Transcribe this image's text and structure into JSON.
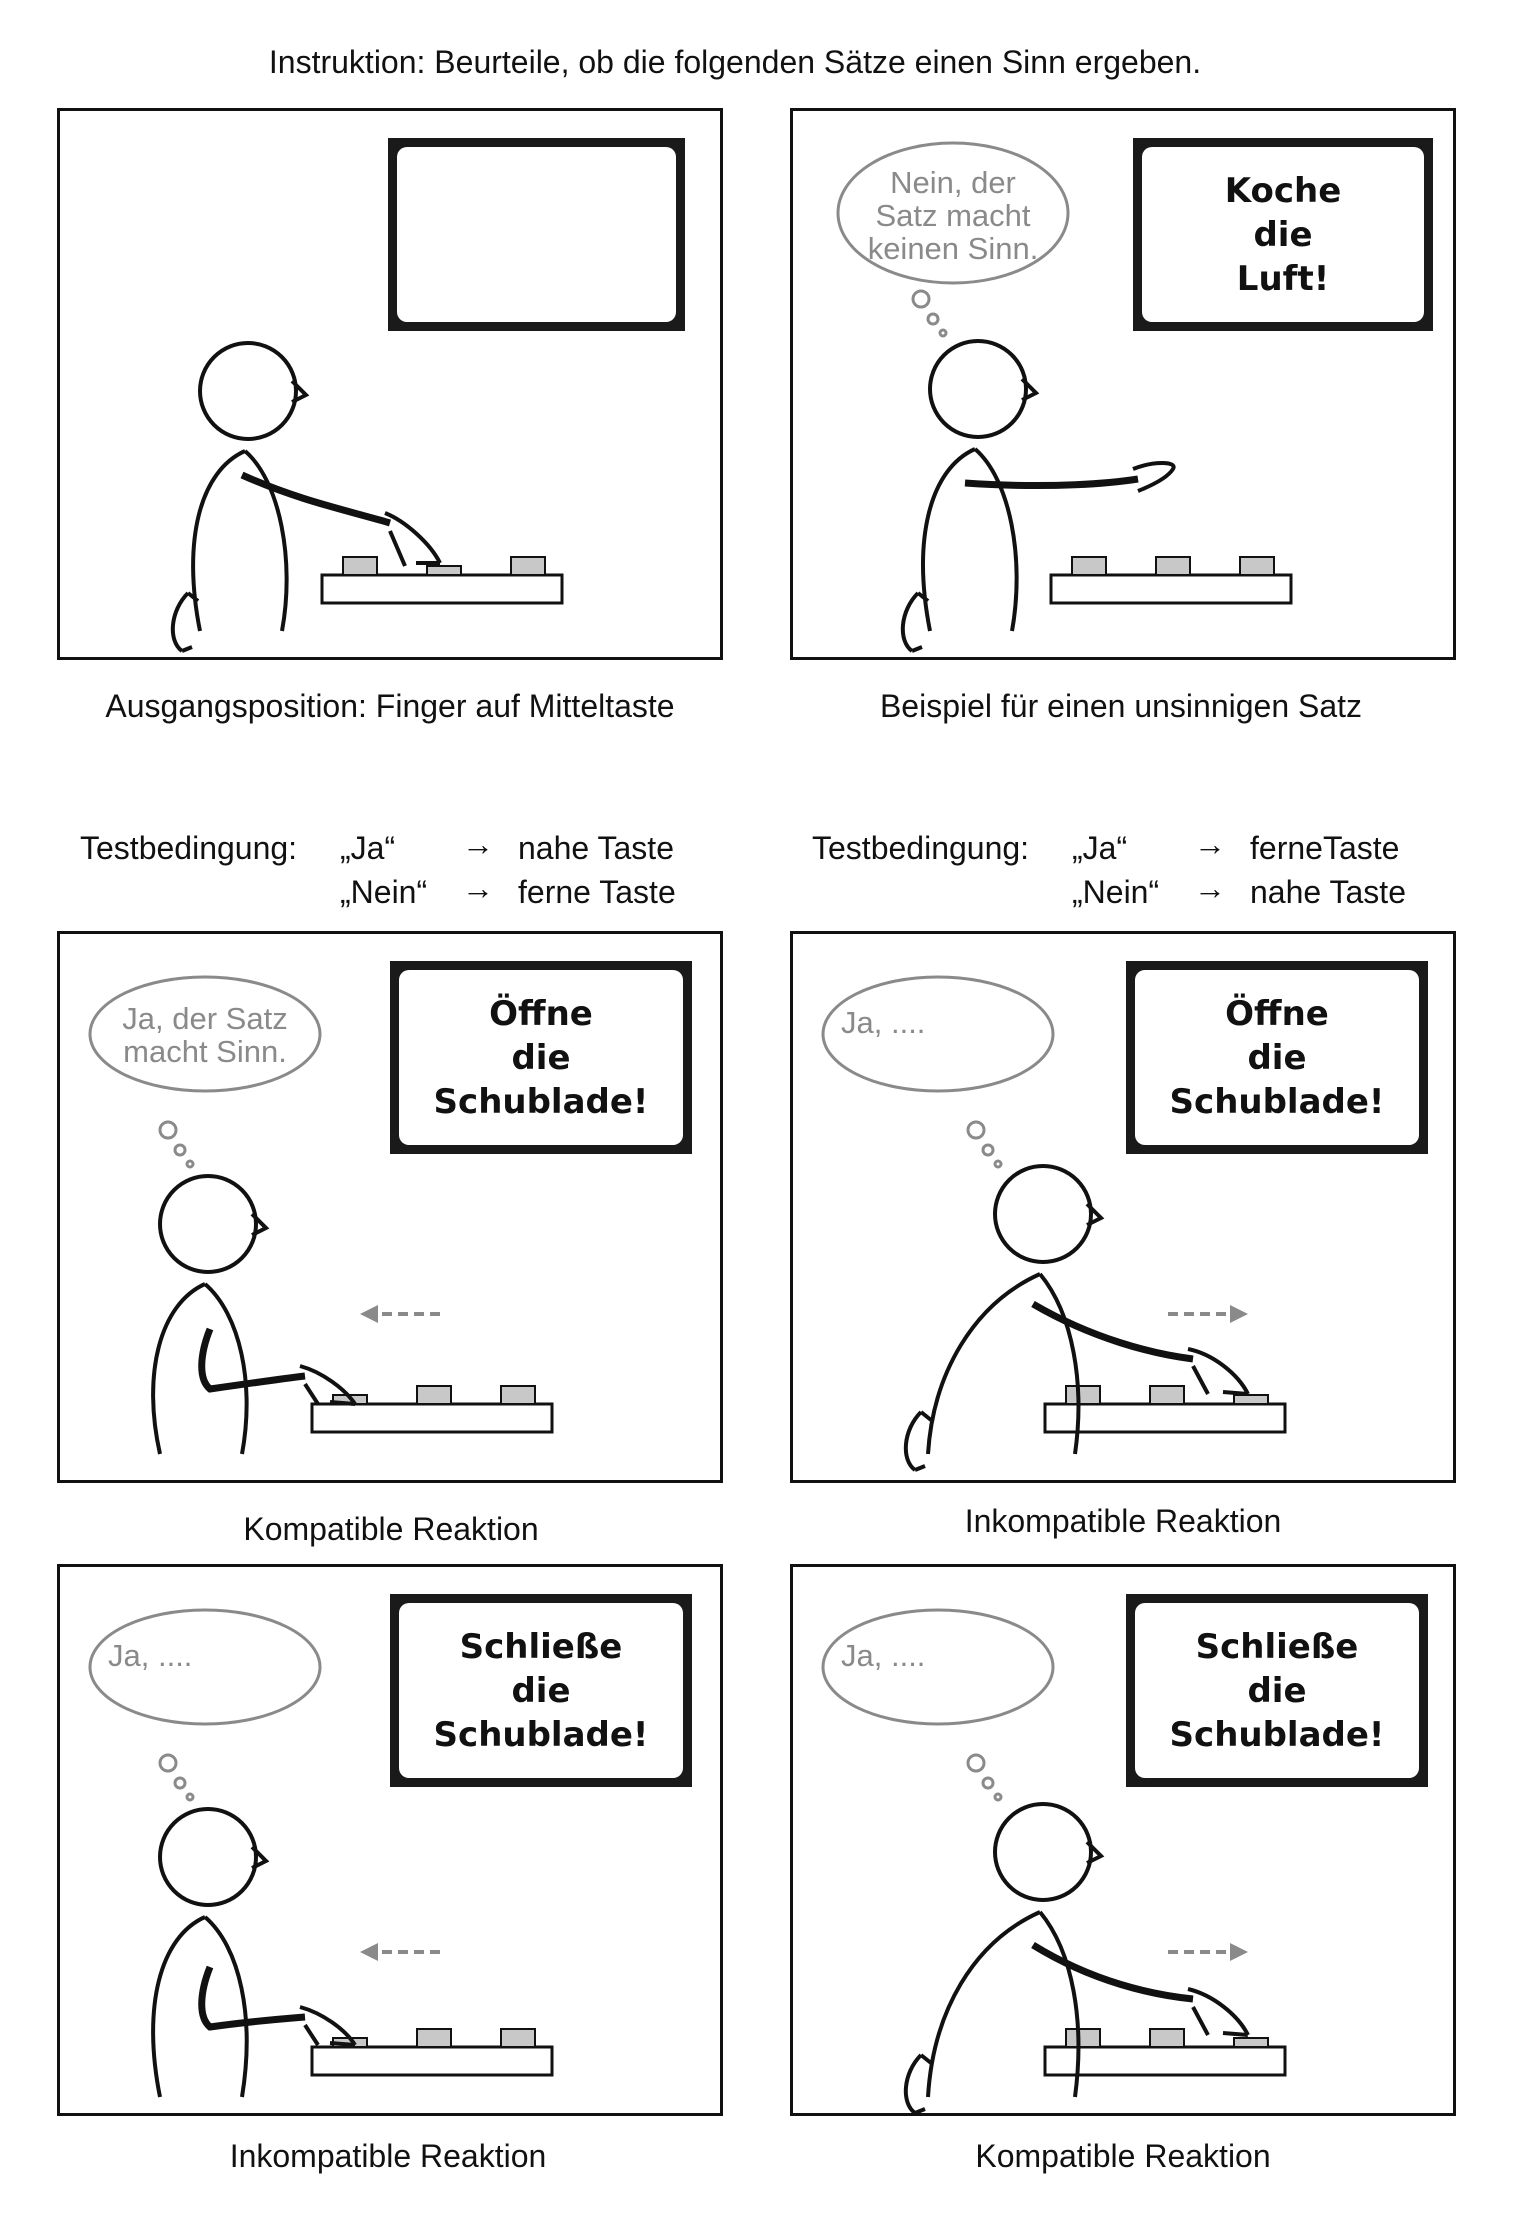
{
  "instruction": "Instruktion: Beurteile, ob die folgenden Sätze einen Sinn ergeben.",
  "top": {
    "panel1": {
      "caption": "Ausgangsposition: Finger auf Mitteltaste"
    },
    "panel2": {
      "thought": [
        "Nein, der",
        "Satz macht",
        "keinen Sinn."
      ],
      "screen": [
        "Koche",
        "die",
        "Luft!"
      ],
      "caption": "Beispiel für einen unsinnigen Satz"
    }
  },
  "conditions": {
    "left": {
      "label": "Testbedingung:",
      "rows": [
        {
          "answer": "„Ja“",
          "arrow": "→",
          "target": "nahe Taste"
        },
        {
          "answer": "„Nein“",
          "arrow": "→",
          "target": "ferne Taste"
        }
      ]
    },
    "right": {
      "label": "Testbedingung:",
      "rows": [
        {
          "answer": "„Ja“",
          "arrow": "→",
          "target": "ferneTaste"
        },
        {
          "answer": "„Nein“",
          "arrow": "→",
          "target": "nahe Taste"
        }
      ]
    }
  },
  "middle": {
    "left": {
      "thought": [
        "Ja, der Satz",
        "macht Sinn."
      ],
      "screen": [
        "Öffne",
        "die",
        "Schublade!"
      ],
      "caption": "Kompatible Reaktion"
    },
    "right": {
      "thought": [
        "Ja, ...."
      ],
      "screen": [
        "Öffne",
        "die",
        "Schublade!"
      ],
      "caption": "Inkompatible Reaktion"
    }
  },
  "bottom": {
    "left": {
      "thought": [
        "Ja, ...."
      ],
      "screen": [
        "Schließe",
        "die",
        "Schublade!"
      ],
      "caption": "Inkompatible Reaktion"
    },
    "right": {
      "thought": [
        "Ja, ...."
      ],
      "screen": [
        "Schließe",
        "die",
        "Schublade!"
      ],
      "caption": "Kompatible Reaktion"
    }
  }
}
